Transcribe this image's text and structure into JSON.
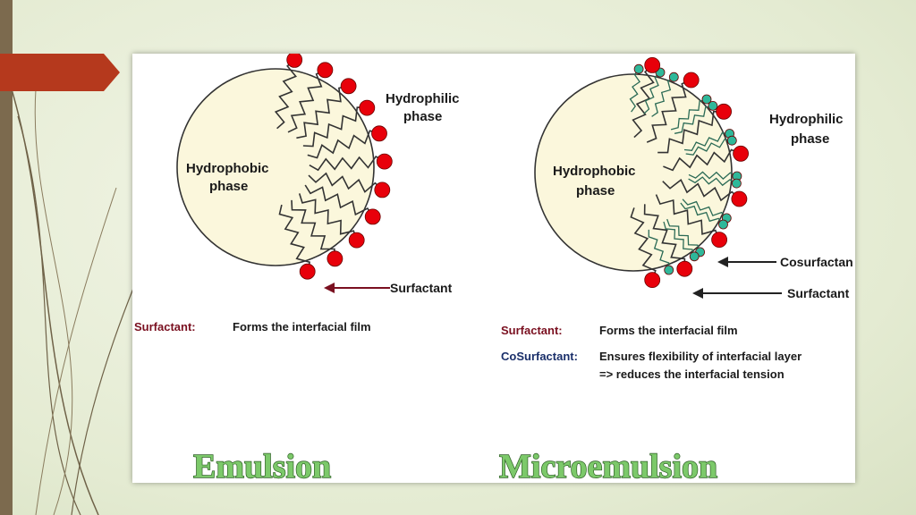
{
  "emulsion": {
    "hydrophilic": [
      "Hydrophilic",
      "phase"
    ],
    "hydrophobic": [
      "Hydrophobic",
      "phase"
    ],
    "surfactant_arrow": "Surfactant",
    "def_term": "Surfactant:",
    "def_text": "Forms the interfacial film",
    "title": "Emulsion"
  },
  "microemulsion": {
    "hydrophilic": [
      "Hydrophilic",
      "phase"
    ],
    "hydrophobic": [
      "Hydrophobic",
      "phase"
    ],
    "cosurfactant_arrow": "Cosurfactan",
    "surfactant_arrow": "Surfactant",
    "defs": [
      {
        "term": "Surfactant:",
        "lines": [
          "Forms the interfacial film"
        ]
      },
      {
        "term": "CoSurfactant:",
        "lines": [
          "Ensures flexibility of interfacial layer",
          "=> reduces the interfacial tension"
        ]
      }
    ],
    "title": "Microemulsion"
  },
  "colors": {
    "surfactant_head": "#e8000a",
    "cosurfactant_head": "#2fb89a",
    "phase_fill": "#fbf7dc",
    "term_color": "#7a1020",
    "cosurf_term_color": "#1a2f6a",
    "arrow_accent": "#b5391d"
  }
}
